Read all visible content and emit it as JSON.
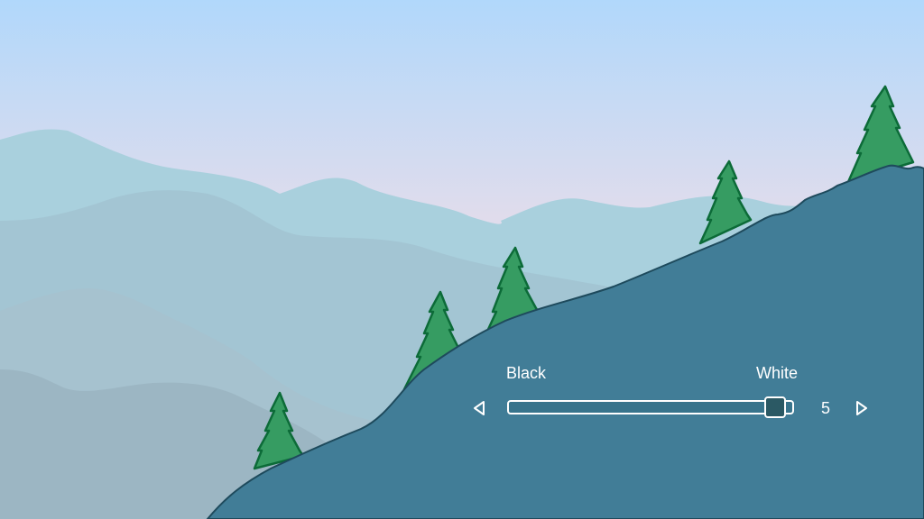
{
  "slider": {
    "left_label": "Black",
    "right_label": "White",
    "value": "5",
    "position_fraction": 0.97,
    "decrease_icon": "triangle-left-icon",
    "increase_icon": "triangle-right-icon"
  },
  "colors": {
    "sky_top": "#b1d8fb",
    "sky_bottom": "#e0dcec",
    "ridge_far": "#a9d0dd",
    "ridge_mid": "#a3c5d3",
    "ridge_near": "#9cb6c3",
    "hillside": "#417d97",
    "tree_fill": "#369c62",
    "tree_stroke": "#0c6b38",
    "slider_thumb": "#2b5964"
  }
}
